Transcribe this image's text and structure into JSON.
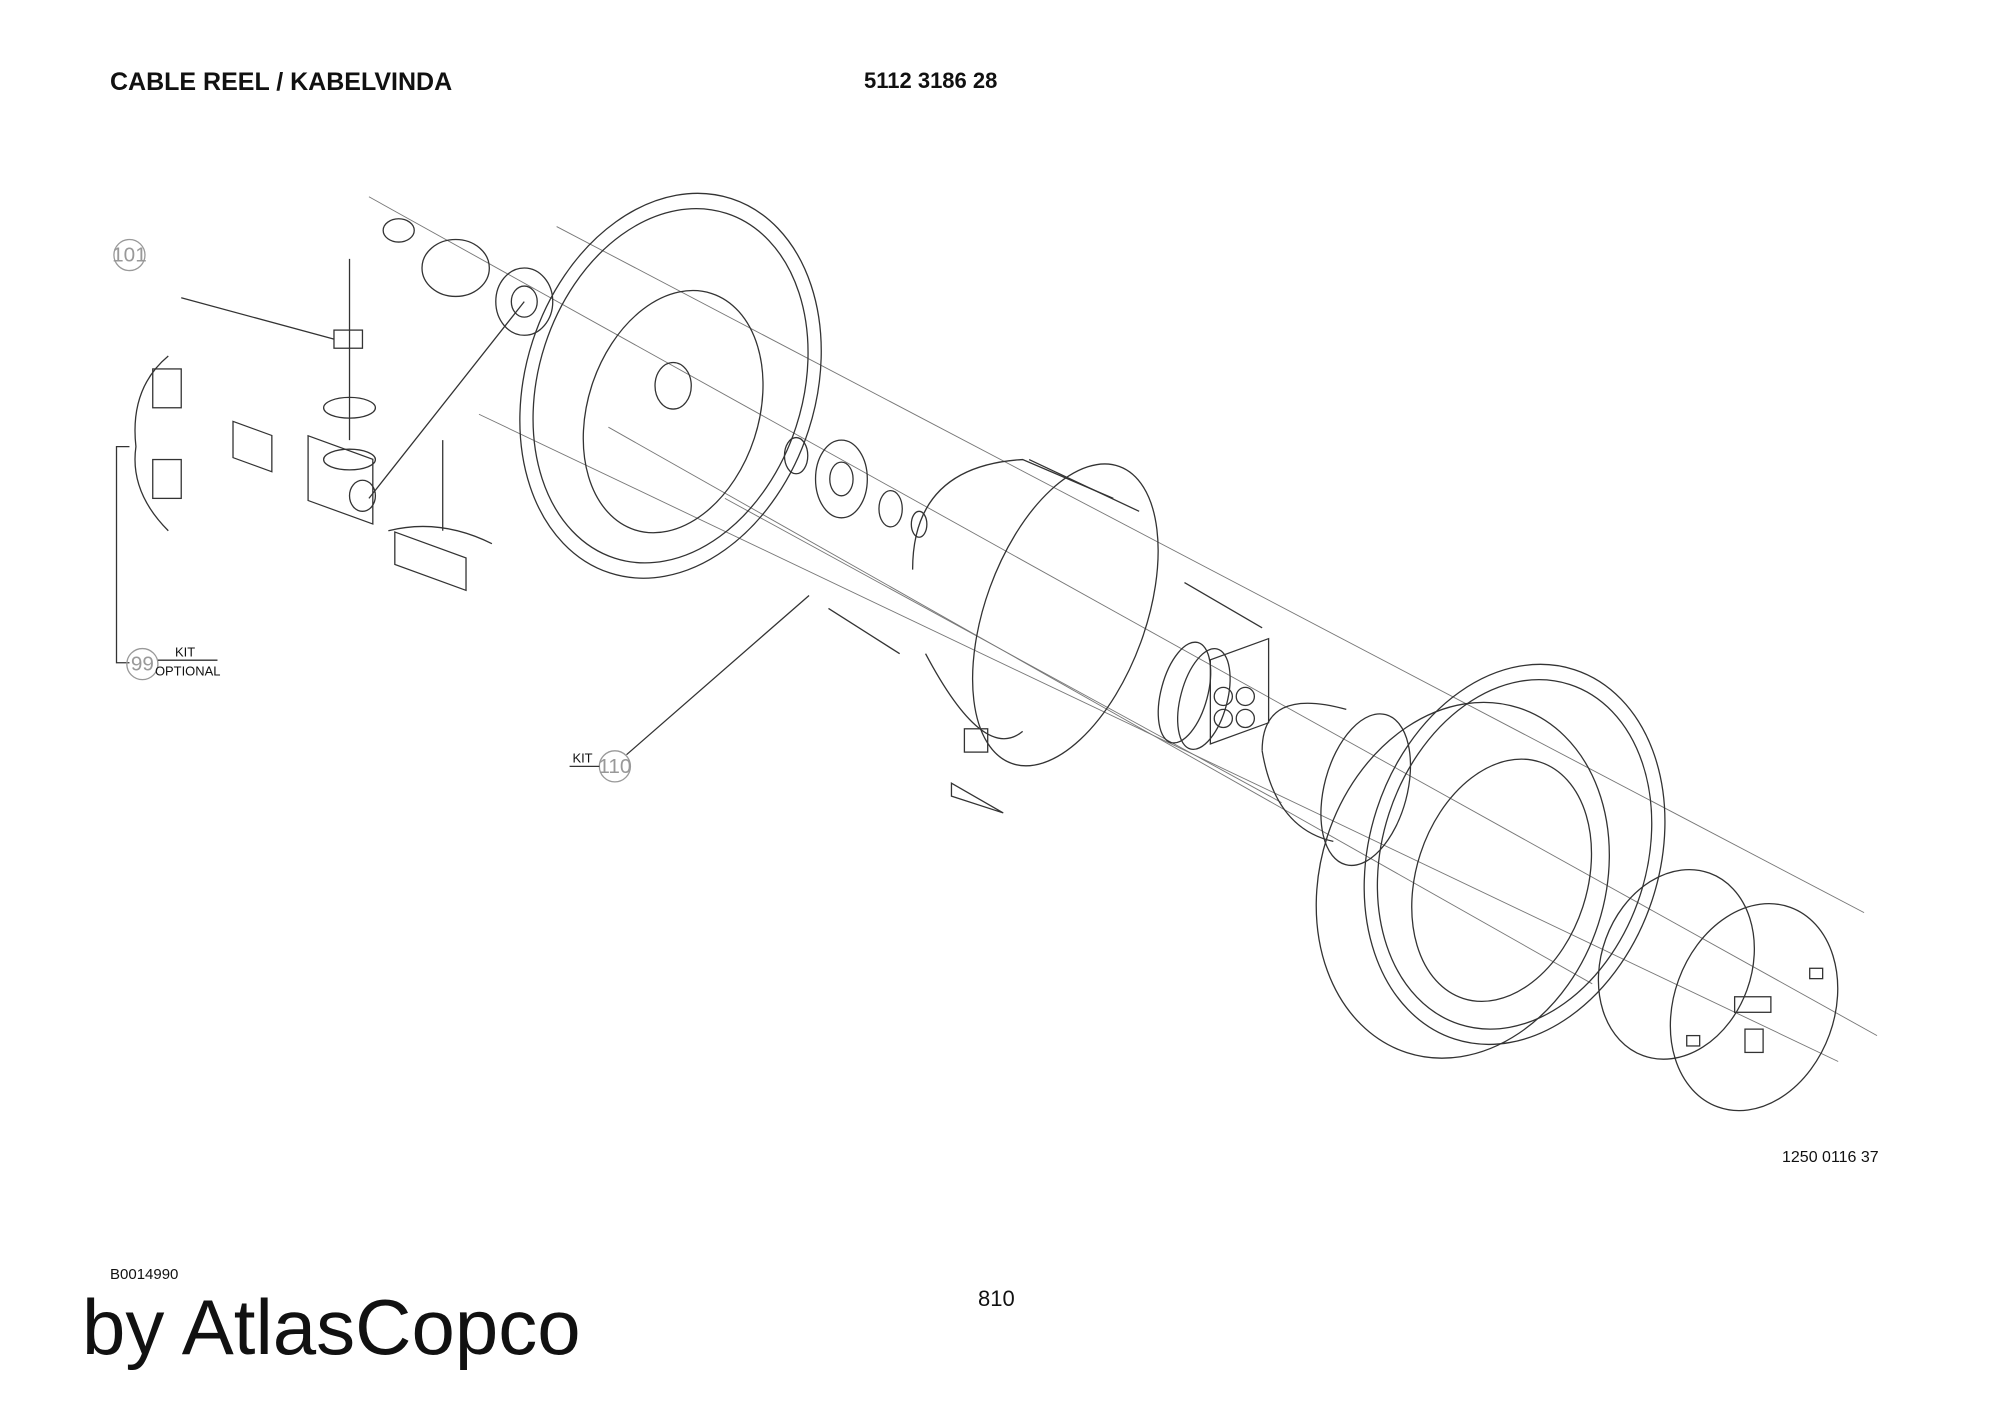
{
  "header": {
    "title": "CABLE REEL / KABELVINDA",
    "part_number": "5112 3186 28"
  },
  "drawing": {
    "drawing_number": "1250 0116 37",
    "callouts": [
      {
        "number": "101"
      },
      {
        "number": "99",
        "label_top": "KIT",
        "label_bottom": "OPTIONAL"
      },
      {
        "number": "110",
        "label": "KIT"
      }
    ]
  },
  "footer": {
    "doc_id": "B0014990",
    "page": "810",
    "brand": "by AtlasCopco"
  }
}
